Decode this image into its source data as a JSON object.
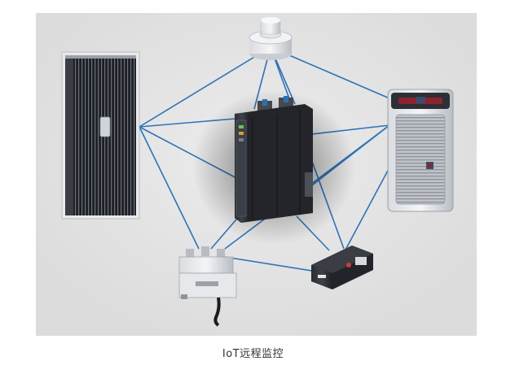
{
  "caption": "IoT远程监控",
  "colors": {
    "background": "#e2e2e2",
    "link_line": "#2e73b8",
    "cabinet_dark": "#1b1d22",
    "controller_body": "#2a2c30",
    "unit_silver": "#c8ccd2",
    "accent_red": "#8b2330"
  },
  "devices": [
    {
      "id": "fan-cooling-unit",
      "icon": "heat-exchanger-icon"
    },
    {
      "id": "sensor-dome",
      "icon": "ceiling-sensor-icon"
    },
    {
      "id": "cooling-unit",
      "icon": "air-conditioner-icon"
    },
    {
      "id": "iot-controller",
      "icon": "din-rail-controller-icon"
    },
    {
      "id": "power-distribution",
      "icon": "power-module-icon"
    },
    {
      "id": "sensor-box",
      "icon": "sensor-box-icon"
    }
  ]
}
